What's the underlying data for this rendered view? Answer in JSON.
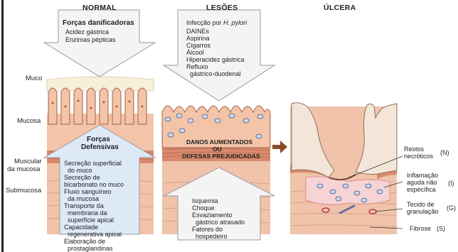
{
  "headers": {
    "normal": "NORMAL",
    "lesoes": "LESÕES",
    "ulcera": "ÚLCERA"
  },
  "left_labels": {
    "muco": "Muco",
    "mucosa": "Mucosa",
    "muscular_1": "Muscular",
    "muscular_2": "da mucosa",
    "submucosa": "Submucosa"
  },
  "normal_damaging": {
    "title": "Forças danificadoras",
    "items": [
      "Acidez gástrica",
      "Enzimas pépticas"
    ]
  },
  "normal_defensive": {
    "title_1": "Forças",
    "title_2": "Defensivas",
    "items": [
      "Secreção superficial",
      "  do muco",
      "Secreção de",
      "bicarbonato no muco",
      "Fluxo sanguíneo",
      "  da mucosa",
      "Transporte da",
      "  membrana da",
      "  superfície apical",
      "Capacidade",
      "  regenerativa apical",
      "Elaboração de",
      "  prostaglandinas"
    ]
  },
  "lesion_causes": {
    "first_prefix": "Infecção por ",
    "first_italic": "H. pylori",
    "items": [
      "DAINEs",
      "Aspirina",
      "Cigarros",
      "Álcool",
      "Hiperacidez gástrica",
      "Refluxo",
      "  gástrico-duodenal"
    ]
  },
  "lesion_center": {
    "line1": "DANOS AUMENTADOS",
    "line2": "OU",
    "line3": "DEFESAS PREJUDICADAS"
  },
  "lesion_up": {
    "items": [
      "Isquemia",
      "Choque",
      "Esvaziamento",
      "  gástrico atrasado",
      "Fatores do",
      "  hospedeiro"
    ]
  },
  "ulcer_labels": {
    "restos_1": "Restos",
    "restos_2": "necróticos",
    "restos_code": "(N)",
    "inflam_1": "Inflamação",
    "inflam_2": "aguda não",
    "inflam_3": "específica",
    "inflam_code": "(I)",
    "tecido_1": "Tecido de",
    "tecido_2": "granulação",
    "tecido_code": "(G)",
    "fibrose": "Fibrose",
    "fibrose_code": "(S)"
  },
  "colors": {
    "mucosa": "#f3c4a8",
    "muscularis": "#d98a6c",
    "submucosa": "#f0c3aa",
    "arrow_fill": "#f4f4f4",
    "defense_fill": "#dde9f7",
    "arrow_brown": "#8a4a2a"
  }
}
